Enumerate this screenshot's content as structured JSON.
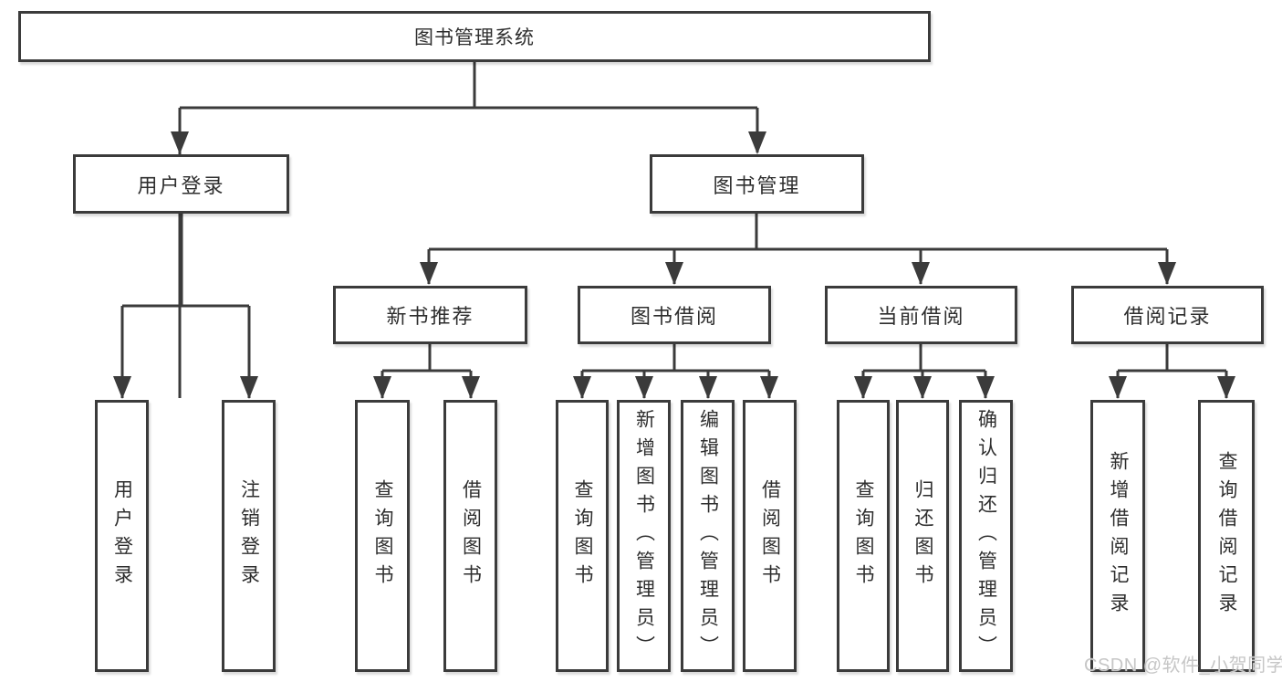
{
  "tree": {
    "root": "图书管理系统",
    "children": [
      {
        "label": "用户登录",
        "children": [
          {
            "label": "用户登录"
          },
          {
            "label": "注销登录"
          }
        ]
      },
      {
        "label": "图书管理",
        "children": [
          {
            "label": "新书推荐",
            "children": [
              {
                "label": "查询图书"
              },
              {
                "label": "借阅图书"
              }
            ]
          },
          {
            "label": "图书借阅",
            "children": [
              {
                "label": "查询图书"
              },
              {
                "label": "新增图书（管理员）"
              },
              {
                "label": "编辑图书（管理员）"
              },
              {
                "label": "借阅图书"
              }
            ]
          },
          {
            "label": "当前借阅",
            "children": [
              {
                "label": "查询图书"
              },
              {
                "label": "归还图书"
              },
              {
                "label": "确认归还（管理员）"
              }
            ]
          },
          {
            "label": "借阅记录",
            "children": [
              {
                "label": "新增借阅记录"
              },
              {
                "label": "查询借阅记录"
              }
            ]
          }
        ]
      }
    ]
  },
  "watermark": "CSDN @软件_小贺同学",
  "colors": {
    "line": "#3b3b3b",
    "border": "#3b3b3b",
    "text": "#2e2e2e",
    "watermark": "#c6c6c6",
    "background": "#ffffff"
  }
}
